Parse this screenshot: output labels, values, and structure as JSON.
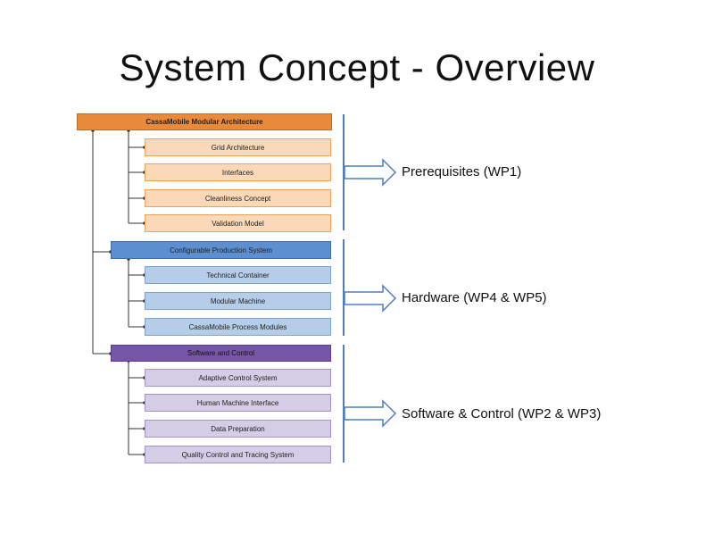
{
  "title": "System Concept - Overview",
  "groups": [
    {
      "root": "CassaMobile Modular Architecture",
      "children": [
        "Grid Architecture",
        "Interfaces",
        "Cleanliness Concept",
        "Validation Model"
      ],
      "label": "Prerequisites (WP1)"
    },
    {
      "root": "Configurable Production System",
      "children": [
        "Technical Container",
        "Modular Machine",
        "CassaMobile Process Modules"
      ],
      "label": "Hardware (WP4 & WP5)"
    },
    {
      "root": "Software and Control",
      "children": [
        "Adaptive Control System",
        "Human Machine Interface",
        "Data Preparation",
        "Quality Control and Tracing System"
      ],
      "label": "Software & Control (WP2 & WP3)"
    }
  ],
  "colors": {
    "orange_root": "#e98a3b",
    "orange_child": "#fbd9b8",
    "blue_root": "#5b8fcf",
    "blue_child": "#b5cde8",
    "purple_root": "#7656a8",
    "purple_child": "#d5cce6",
    "bracket": "#4f7dbf"
  }
}
